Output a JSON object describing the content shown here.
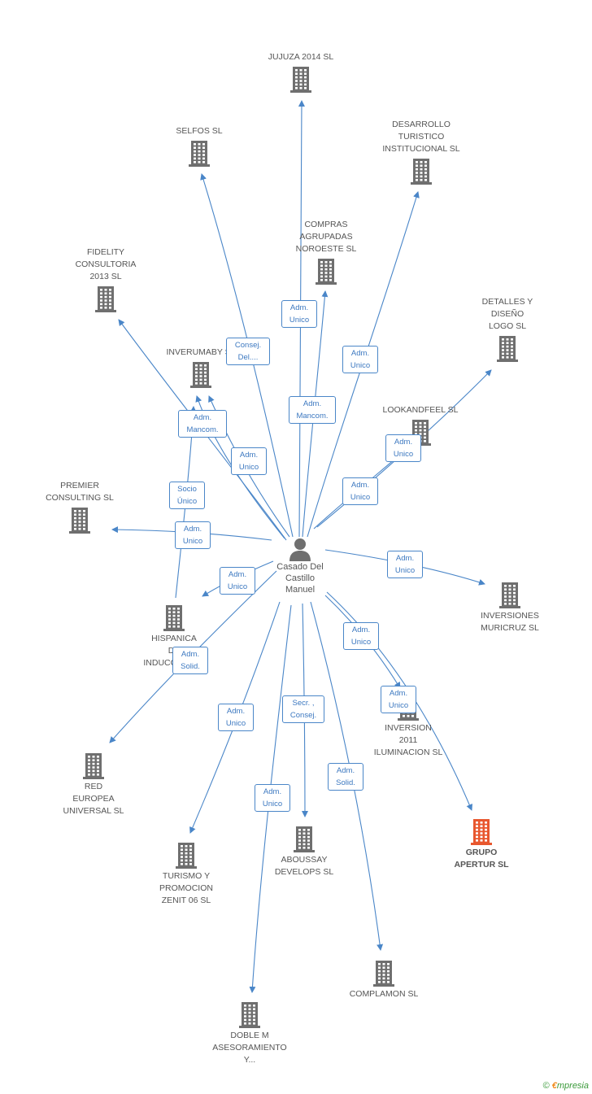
{
  "center": {
    "name": "Casado Del\nCastillo\nManuel"
  },
  "companies": {
    "jujuza": {
      "name": "JUJUZA 2014  SL"
    },
    "selfos": {
      "name": "SELFOS SL"
    },
    "desarrollo": {
      "name": "DESARROLLO\nTURISTICO\nINSTITUCIONAL SL"
    },
    "compras": {
      "name": "COMPRAS\nAGRUPADAS\nNOROESTE  SL"
    },
    "fidelity": {
      "name": "FIDELITY\nCONSULTORIA\n2013  SL"
    },
    "detalles": {
      "name": "DETALLES Y\nDISEÑO\nLOGO SL"
    },
    "inverumaby": {
      "name": "INVERUMABY SL"
    },
    "lookandfeel": {
      "name": "LOOKANDFEEL SL"
    },
    "premier": {
      "name": "PREMIER\nCONSULTING SL"
    },
    "inversiones": {
      "name": "INVERSIONES\nMURICRUZ SL"
    },
    "hispanica": {
      "name": "HISPANICA\nDE\nINDUCCION SL"
    },
    "inversion2011": {
      "name": "INVERSION\n2011\nILUMINACION SL"
    },
    "red": {
      "name": "RED\nEUROPEA\nUNIVERSAL  SL"
    },
    "grupo": {
      "name": "GRUPO\nAPERTUR SL"
    },
    "aboussay": {
      "name": "ABOUSSAY\nDEVELOPS SL"
    },
    "turismo": {
      "name": "TURISMO Y\nPROMOCION\nZENIT 06 SL"
    },
    "complamon": {
      "name": "COMPLAMON SL"
    },
    "doble": {
      "name": "DOBLE M\nASESORAMIENTO\nY..."
    }
  },
  "roles": {
    "jujuza": "Adm.\nUnico",
    "selfos": "Consej.\nDel....",
    "compras": "Adm.\nMancom.",
    "desarrollo": "Adm.\nUnico",
    "inverumaby_mancom": "Adm.\nMancom.",
    "inverumaby_unico": "Adm.\nUnico",
    "lookandfeel": "Adm.\nUnico",
    "detalles": "Adm.\nUnico",
    "socio": "Socio\nÚnico",
    "premier": "Adm.\nUnico",
    "hispanica": "Adm.\nUnico",
    "inversiones": "Adm.\nUnico",
    "grupo": "Adm.\nUnico",
    "inversion2011": "Adm.\nUnico",
    "red": "Adm.\nSolid.",
    "turismo": "Adm.\nUnico",
    "aboussay": "Secr. ,\nConsej.",
    "doble": "Adm.\nUnico",
    "complamon": "Adm.\nSolid."
  },
  "colors": {
    "edge": "#4a86c8",
    "building": "#6f6f6f",
    "highlight": "#e8572e"
  },
  "footer": {
    "copyright": "©",
    "brand_e": "€",
    "brand_rest": "mpresia"
  }
}
